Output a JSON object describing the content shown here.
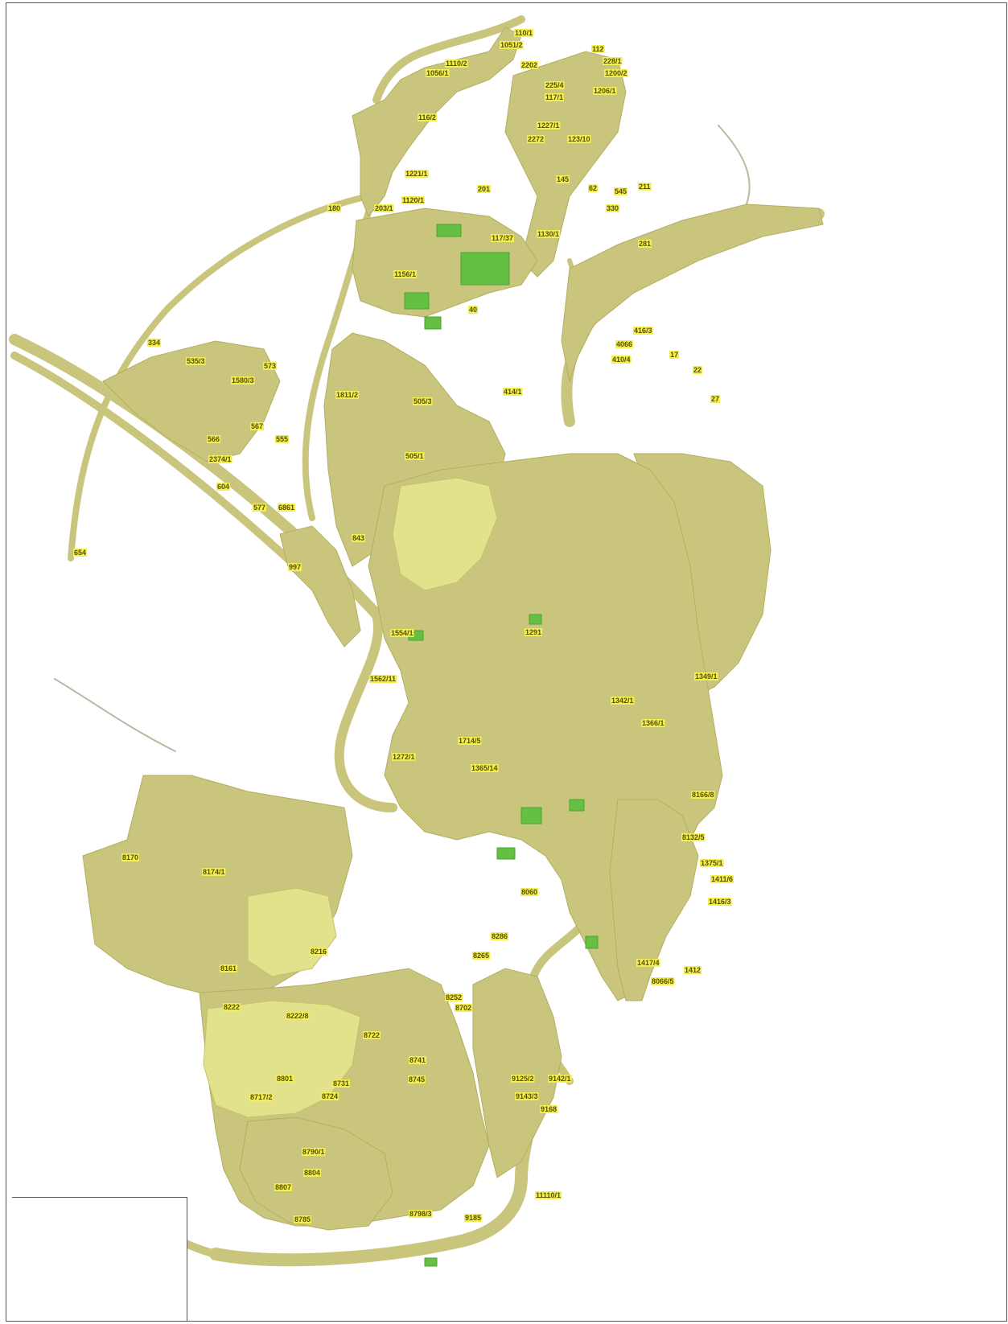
{
  "colors": {
    "parcel": "#c9c57d",
    "parcel_light": "#e3e28c",
    "parcel_green": "#65bf42",
    "label_bg": "#f2ef52",
    "label_text": "#5a4f00"
  },
  "parcel_labels": [
    {
      "id": "l1",
      "text": "110/1"
    },
    {
      "id": "l2",
      "text": "1051/2"
    },
    {
      "id": "l3",
      "text": "1110/2"
    },
    {
      "id": "l4",
      "text": "2202"
    },
    {
      "id": "l5",
      "text": "1056/1"
    },
    {
      "id": "l6",
      "text": "112"
    },
    {
      "id": "l7",
      "text": "228/1"
    },
    {
      "id": "l8",
      "text": "1200/2"
    },
    {
      "id": "l9",
      "text": "225/4"
    },
    {
      "id": "l10",
      "text": "1206/1"
    },
    {
      "id": "l11",
      "text": "117/1"
    },
    {
      "id": "l12",
      "text": "116/2"
    },
    {
      "id": "l13",
      "text": "1227/1"
    },
    {
      "id": "l14",
      "text": "2272"
    },
    {
      "id": "l15",
      "text": "123/10"
    },
    {
      "id": "l16",
      "text": "1221/1"
    },
    {
      "id": "l17",
      "text": "145"
    },
    {
      "id": "l18",
      "text": "62"
    },
    {
      "id": "l19",
      "text": "545"
    },
    {
      "id": "l20",
      "text": "211"
    },
    {
      "id": "l21",
      "text": "330"
    },
    {
      "id": "l22",
      "text": "281"
    },
    {
      "id": "l23",
      "text": "180"
    },
    {
      "id": "l24",
      "text": "203/1"
    },
    {
      "id": "l25",
      "text": "1120/1"
    },
    {
      "id": "l26",
      "text": "117/37"
    },
    {
      "id": "l27",
      "text": "201"
    },
    {
      "id": "l28",
      "text": "1156/1"
    },
    {
      "id": "l29",
      "text": "1130/1"
    },
    {
      "id": "l30",
      "text": "40"
    },
    {
      "id": "l31",
      "text": "416/3"
    },
    {
      "id": "l32",
      "text": "4066"
    },
    {
      "id": "l33",
      "text": "410/4"
    },
    {
      "id": "l34",
      "text": "17"
    },
    {
      "id": "l35",
      "text": "22"
    },
    {
      "id": "l36",
      "text": "27"
    },
    {
      "id": "l37",
      "text": "414/1"
    },
    {
      "id": "l38",
      "text": "505/3"
    },
    {
      "id": "l39",
      "text": "505/1"
    },
    {
      "id": "l40",
      "text": "1811/2"
    },
    {
      "id": "l41",
      "text": "334"
    },
    {
      "id": "l42",
      "text": "535/3"
    },
    {
      "id": "l43",
      "text": "573"
    },
    {
      "id": "l44",
      "text": "1580/3"
    },
    {
      "id": "l45",
      "text": "566"
    },
    {
      "id": "l46",
      "text": "555"
    },
    {
      "id": "l47",
      "text": "567"
    },
    {
      "id": "l48",
      "text": "2374/1"
    },
    {
      "id": "l49",
      "text": "604"
    },
    {
      "id": "l50",
      "text": "577"
    },
    {
      "id": "l51",
      "text": "6861"
    },
    {
      "id": "l52",
      "text": "654"
    },
    {
      "id": "l53",
      "text": "997"
    },
    {
      "id": "l54",
      "text": "843"
    },
    {
      "id": "l55",
      "text": "1554/1"
    },
    {
      "id": "l56",
      "text": "1562/11"
    },
    {
      "id": "l57",
      "text": "1714/5"
    },
    {
      "id": "l58",
      "text": "1272/1"
    },
    {
      "id": "l59",
      "text": "1365/14"
    },
    {
      "id": "l60",
      "text": "1291"
    },
    {
      "id": "l61",
      "text": "1349/1"
    },
    {
      "id": "l62",
      "text": "1342/1"
    },
    {
      "id": "l63",
      "text": "1366/1"
    },
    {
      "id": "l64",
      "text": "8166/8"
    },
    {
      "id": "l65",
      "text": "8132/5"
    },
    {
      "id": "l66",
      "text": "8170"
    },
    {
      "id": "l67",
      "text": "8174/1"
    },
    {
      "id": "l68",
      "text": "8161"
    },
    {
      "id": "l69",
      "text": "8222"
    },
    {
      "id": "l70",
      "text": "8222/8"
    },
    {
      "id": "l71",
      "text": "8702"
    },
    {
      "id": "l72",
      "text": "8722"
    },
    {
      "id": "l73",
      "text": "8741"
    },
    {
      "id": "l74",
      "text": "8745"
    },
    {
      "id": "l75",
      "text": "8731"
    },
    {
      "id": "l76",
      "text": "8717/2"
    },
    {
      "id": "l77",
      "text": "8724"
    },
    {
      "id": "l78",
      "text": "8801"
    },
    {
      "id": "l79",
      "text": "8790/1"
    },
    {
      "id": "l80",
      "text": "8804"
    },
    {
      "id": "l81",
      "text": "8807"
    },
    {
      "id": "l82",
      "text": "8785"
    },
    {
      "id": "l83",
      "text": "9125/2"
    },
    {
      "id": "l84",
      "text": "9142/1"
    },
    {
      "id": "l85",
      "text": "9143/3"
    },
    {
      "id": "l86",
      "text": "9168"
    },
    {
      "id": "l87",
      "text": "9185"
    },
    {
      "id": "l88",
      "text": "11110/1"
    },
    {
      "id": "l89",
      "text": "8798/3"
    },
    {
      "id": "l90",
      "text": "8265"
    },
    {
      "id": "l91",
      "text": "8286"
    },
    {
      "id": "l92",
      "text": "8060"
    },
    {
      "id": "l93",
      "text": "1412"
    },
    {
      "id": "l94",
      "text": "1411/6"
    },
    {
      "id": "l95",
      "text": "1416/3"
    },
    {
      "id": "l96",
      "text": "1417/4"
    },
    {
      "id": "l97",
      "text": "1375/1"
    },
    {
      "id": "l98",
      "text": "8066/5"
    },
    {
      "id": "l99",
      "text": "8216"
    },
    {
      "id": "l100",
      "text": "8252"
    }
  ]
}
